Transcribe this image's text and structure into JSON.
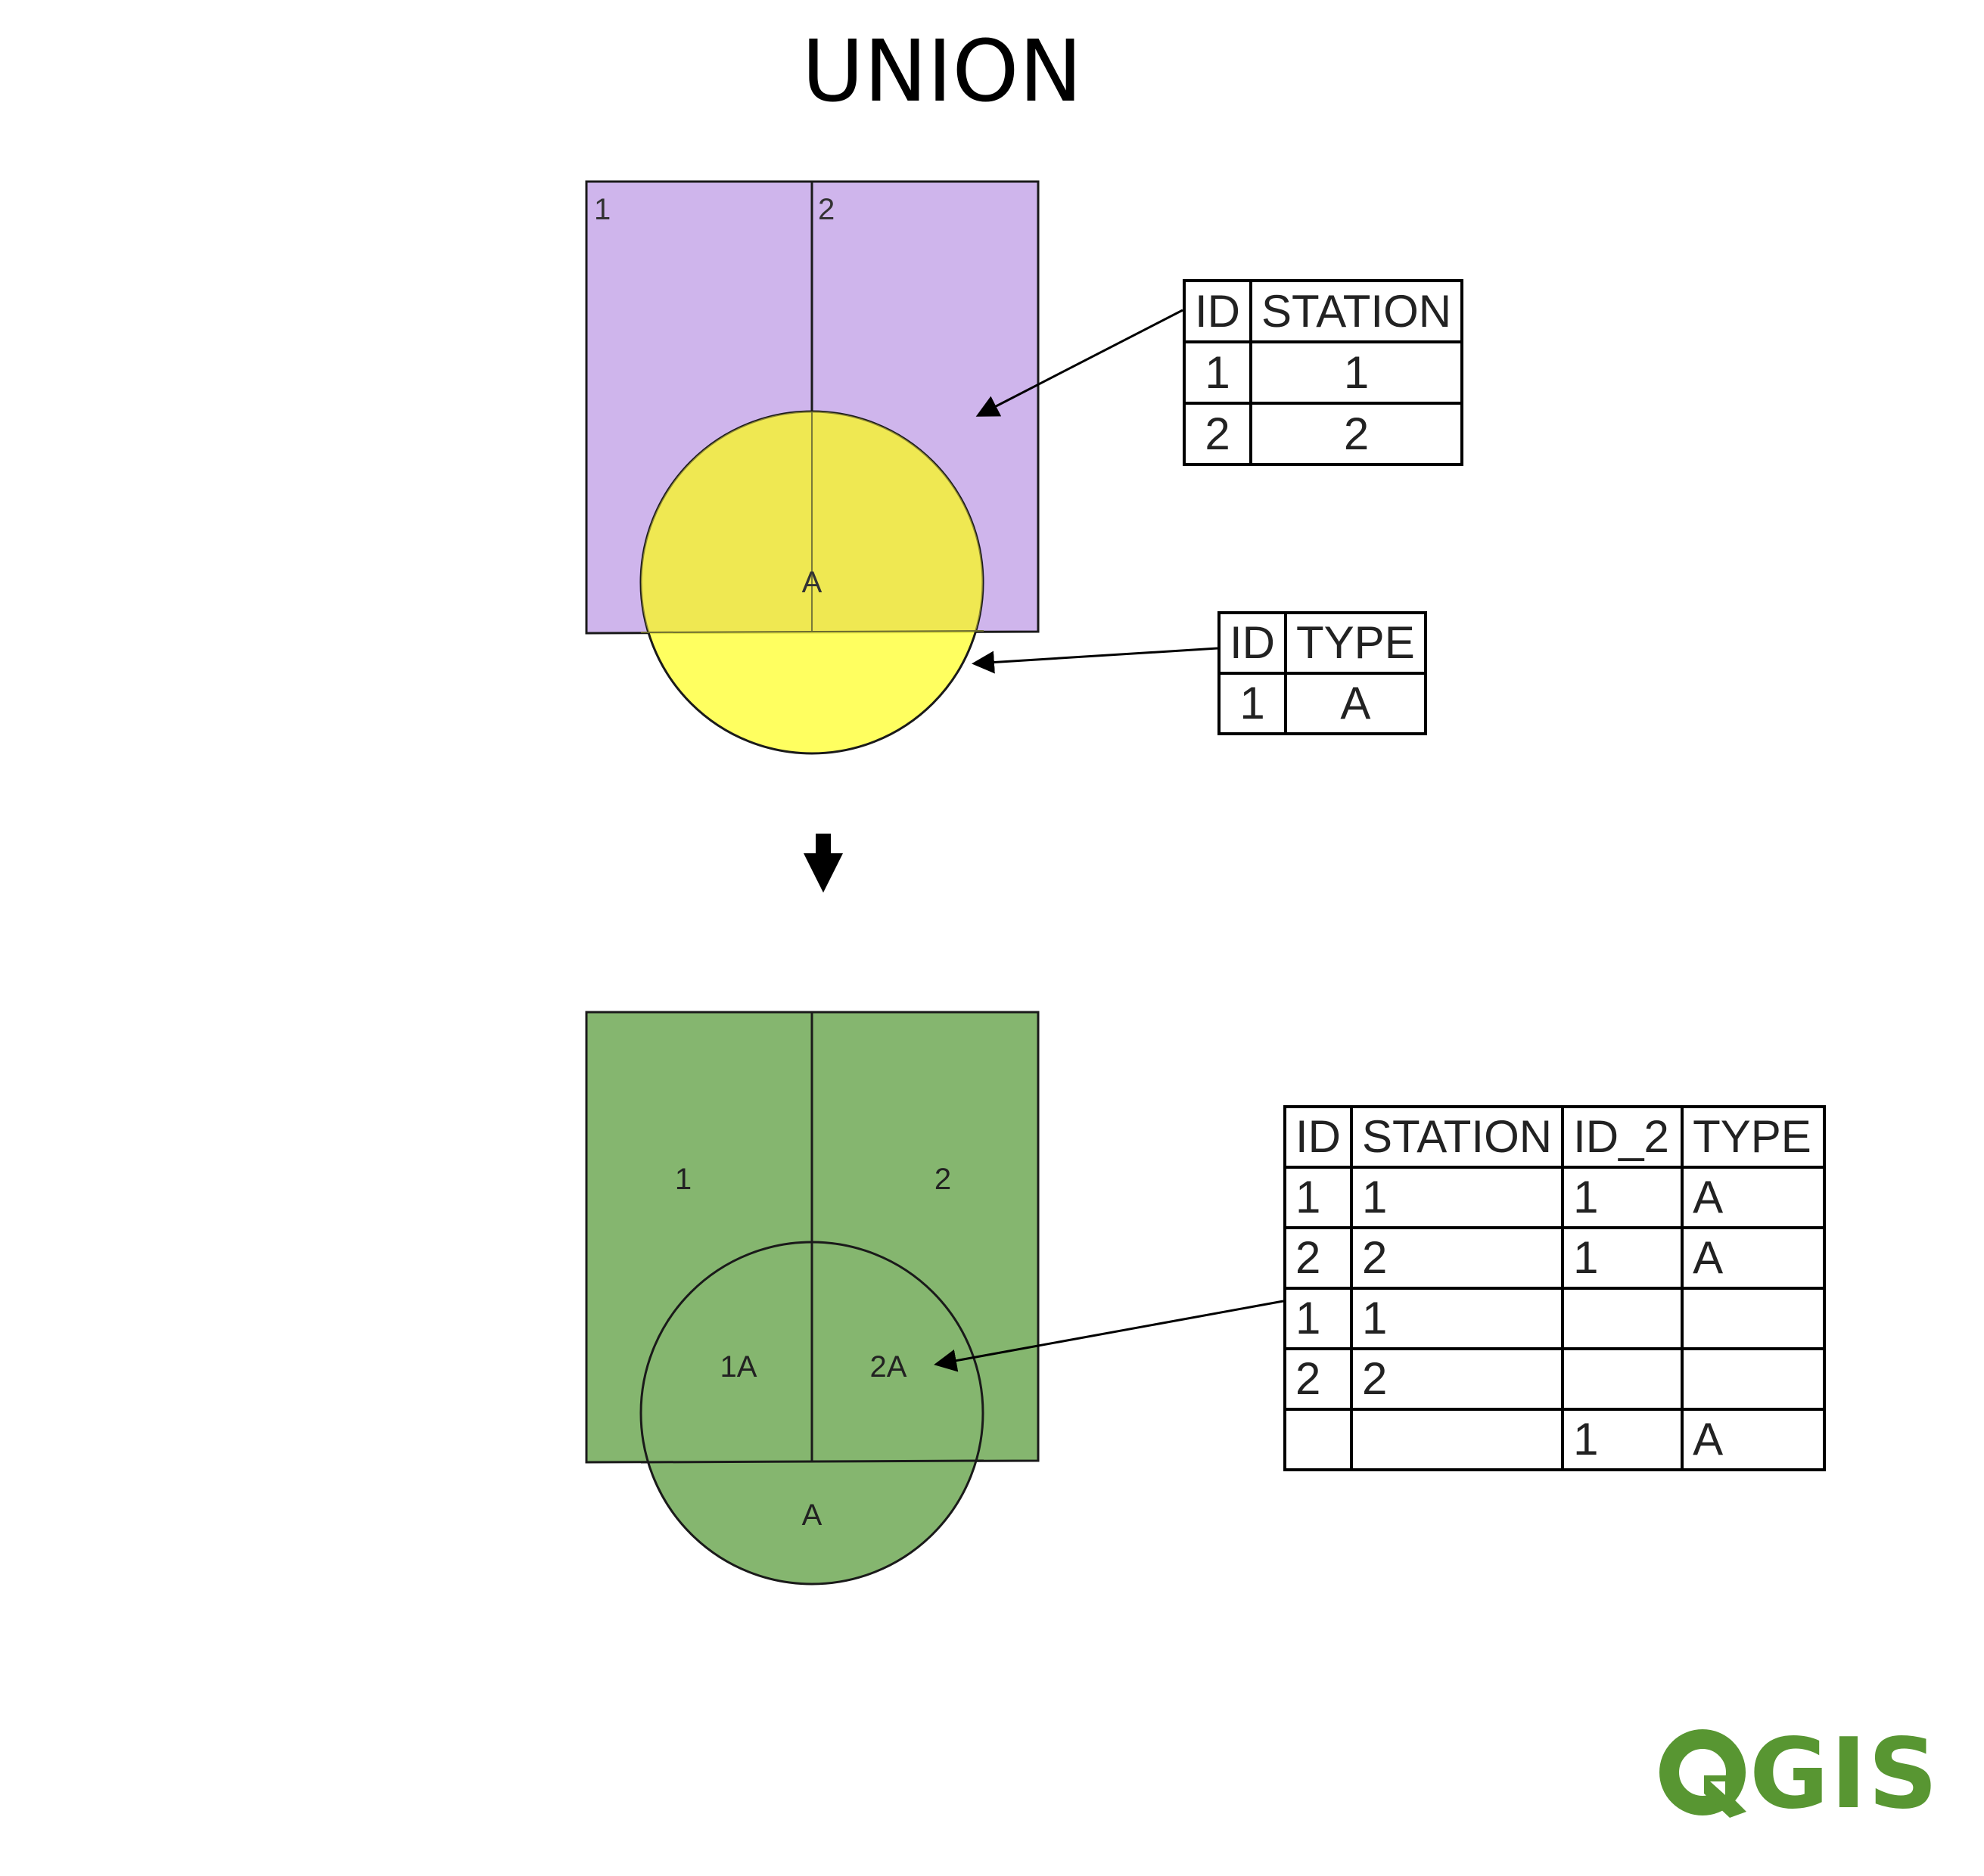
{
  "title": "UNION",
  "colors": {
    "stations_fill": "#cfb5ec",
    "circle_fill": "#ffff4a",
    "overlap_fill": "#f0e94a",
    "result_fill": "#85b66f",
    "stroke": "#1a1a1a",
    "logo_green": "#589632"
  },
  "input_labels": {
    "poly1": "1",
    "poly2": "2",
    "circle": "A"
  },
  "result_labels": {
    "r1": "1",
    "r2": "2",
    "r1a": "1A",
    "r2a": "2A",
    "ra": "A"
  },
  "stations_table": {
    "headers": [
      "ID",
      "STATION"
    ],
    "rows": [
      [
        "1",
        "1"
      ],
      [
        "2",
        "2"
      ]
    ]
  },
  "type_table": {
    "headers": [
      "ID",
      "TYPE"
    ],
    "rows": [
      [
        "1",
        "A"
      ]
    ]
  },
  "union_table": {
    "headers": [
      "ID",
      "STATION",
      "ID_2",
      "TYPE"
    ],
    "rows": [
      [
        "1",
        "1",
        "1",
        "A"
      ],
      [
        "2",
        "2",
        "1",
        "A"
      ],
      [
        "1",
        "1",
        "",
        ""
      ],
      [
        "2",
        "2",
        "",
        ""
      ],
      [
        "",
        "",
        "1",
        "A"
      ]
    ]
  },
  "logo": {
    "text": "QGIS",
    "icon": "qgis-logo"
  }
}
